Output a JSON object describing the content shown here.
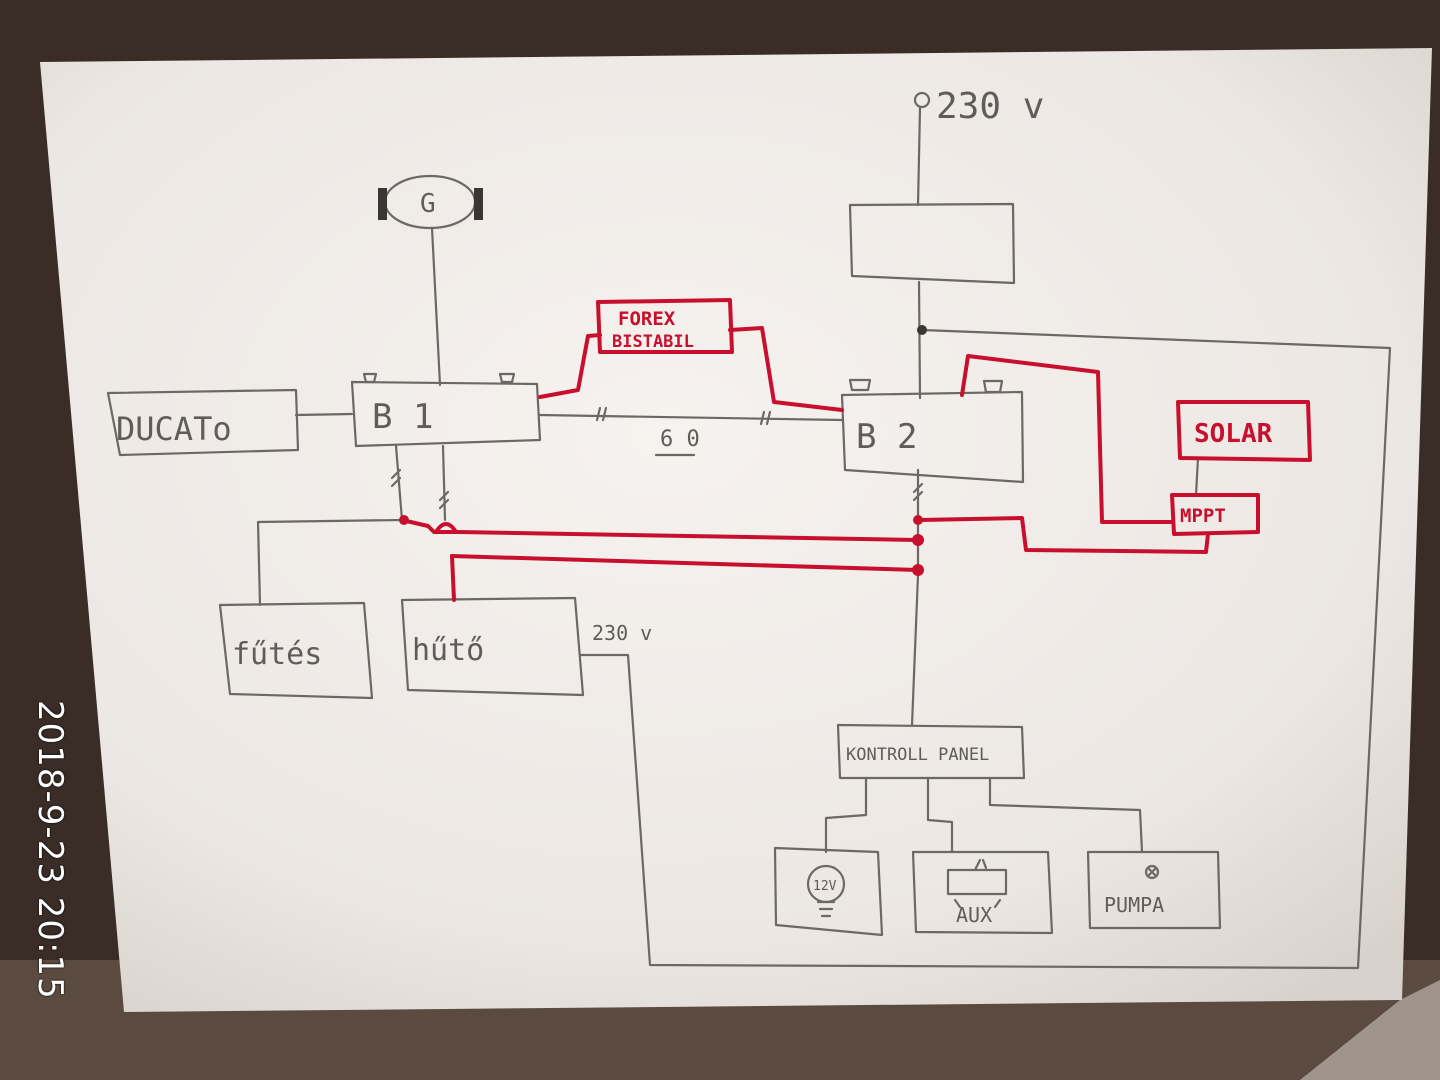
{
  "labels": {
    "mains": "230 v",
    "generator": "G",
    "ducato": "DUCATo",
    "b1": "B 1",
    "b2": "B 2",
    "forex": "FOREX",
    "bistabil": "BISTABIL",
    "solar": "SOLAR",
    "mppt": "MPPT",
    "futes": "fűtés",
    "huto": "hűtő",
    "huto_230": "230 v",
    "fuse_label": "6 0",
    "control_panel": "KONTROLL PANEL",
    "light": "12V",
    "aux": "AUX",
    "pumpa": "PUMPA"
  },
  "timestamp": "2018-9-23 20:15",
  "colors": {
    "pencil": "#6b6866",
    "red": "#c8102e",
    "paper": "#f1efec"
  }
}
